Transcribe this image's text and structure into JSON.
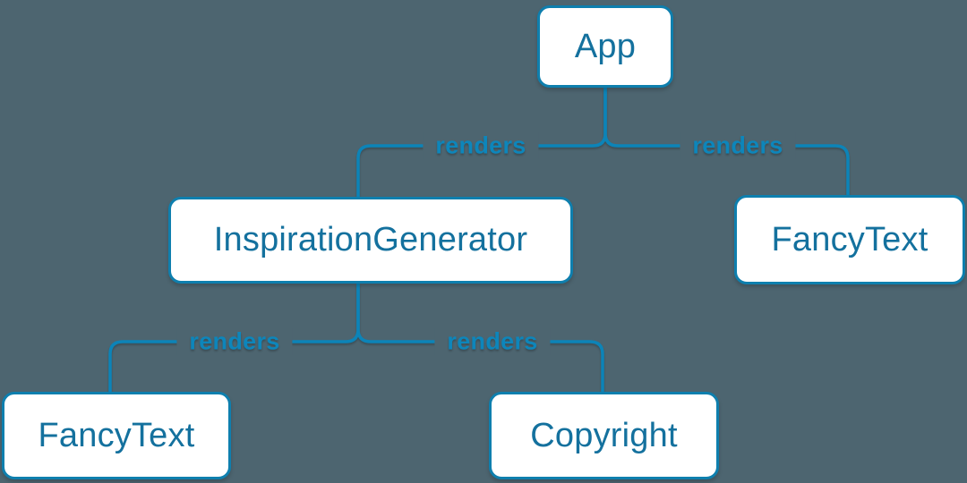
{
  "diagram": {
    "type": "component-render-tree",
    "colors": {
      "bg": "#4d6570",
      "line": "#0c84b8",
      "box-fill": "#ffffff",
      "box-border": "#0e7fae",
      "box-text": "#14719e",
      "label-text": "#0d86bb"
    },
    "nodes": [
      {
        "id": "app",
        "label": "App"
      },
      {
        "id": "inspiration-generator",
        "label": "InspirationGenerator"
      },
      {
        "id": "fancy-text-right",
        "label": "FancyText"
      },
      {
        "id": "fancy-text-left",
        "label": "FancyText"
      },
      {
        "id": "copyright",
        "label": "Copyright"
      }
    ],
    "edges": [
      {
        "from": "App",
        "to": "InspirationGenerator",
        "label": "renders"
      },
      {
        "from": "App",
        "to": "FancyText",
        "label": "renders"
      },
      {
        "from": "InspirationGenerator",
        "to": "FancyText",
        "label": "renders"
      },
      {
        "from": "InspirationGenerator",
        "to": "Copyright",
        "label": "renders"
      }
    ]
  }
}
